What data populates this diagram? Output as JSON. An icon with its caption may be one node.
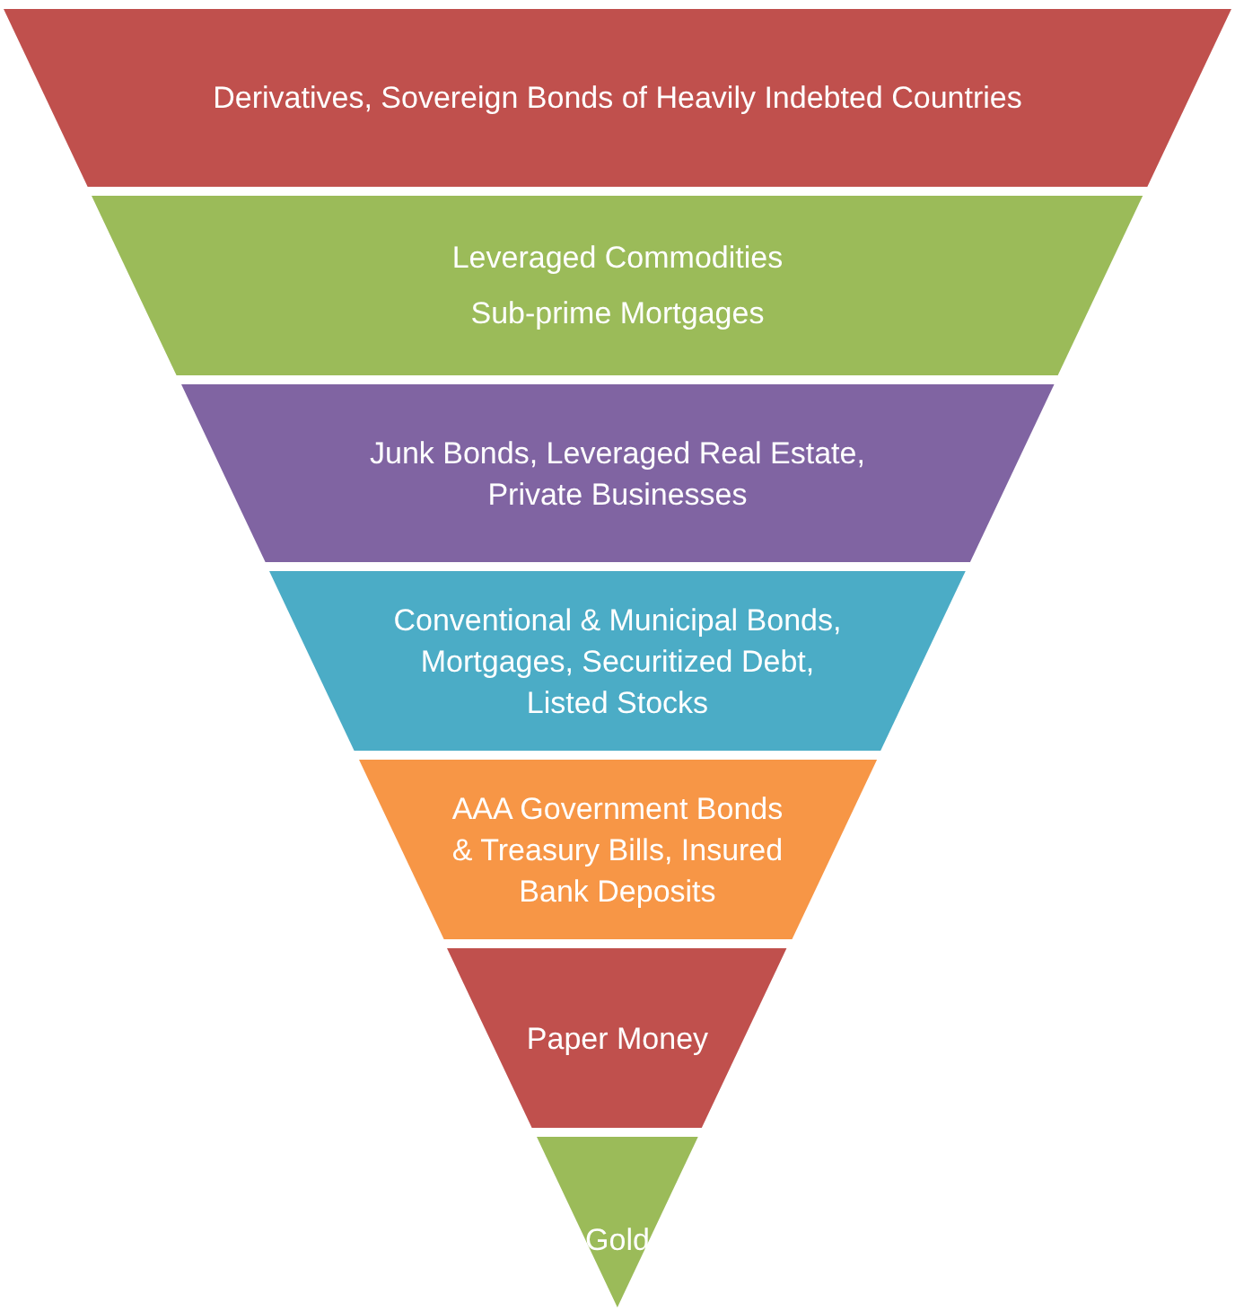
{
  "diagram": {
    "nodes": [
      {
        "text": [
          "Derivatives, Sovereign Bonds of Heavily Indebted Countries"
        ]
      },
      {
        "text": [
          "Leveraged Commodities",
          "Sub-prime Mortgages"
        ]
      },
      {
        "text": [
          "Junk Bonds, Leveraged Real Estate, Private Businesses"
        ]
      },
      {
        "text": [
          "Conventional & Municipal Bonds, Mortgages, Securitized Debt, Listed Stocks"
        ]
      },
      {
        "text": [
          "AAA Government Bonds & Treasury Bills, Insured Bank Deposits"
        ]
      },
      {
        "text": [
          "Paper Money"
        ]
      },
      {
        "text": [
          "Gold"
        ]
      }
    ]
  }
}
